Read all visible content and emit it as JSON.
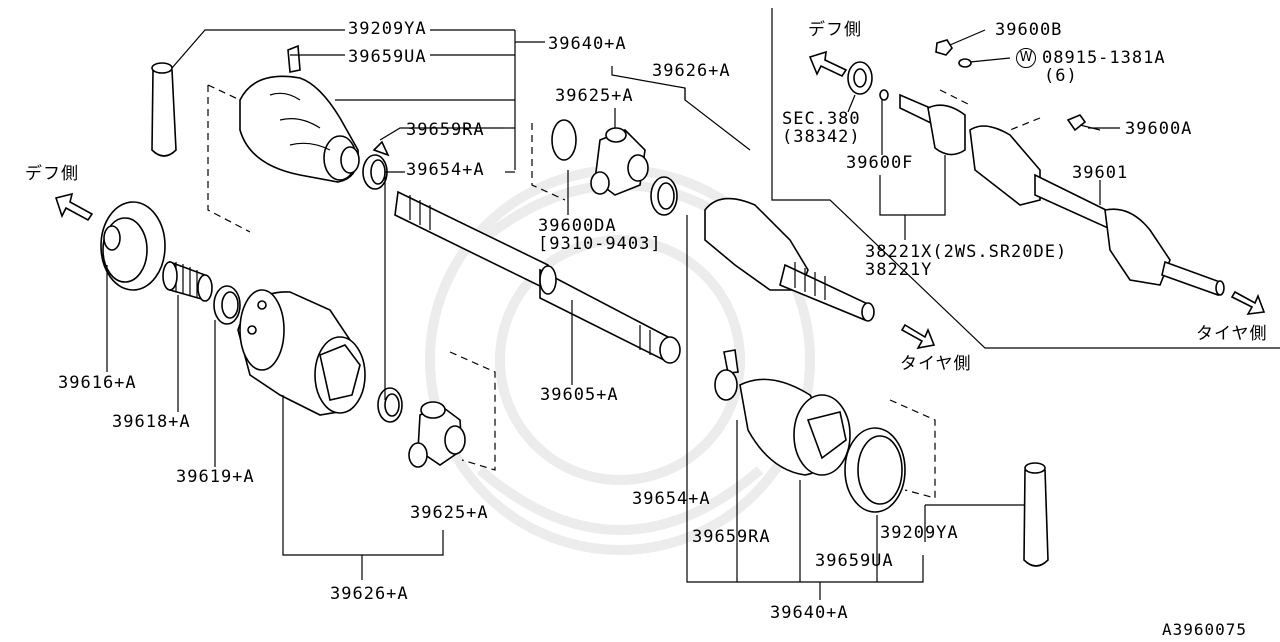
{
  "diagram": {
    "side_labels": {
      "diff_left": "デフ側",
      "diff_right": "デフ側",
      "tire_mid": "タイヤ側",
      "tire_right": "タイヤ側"
    },
    "parts": {
      "p39209YA_top": "39209YA",
      "p39659UA_top": "39659UA",
      "p39640A_top": "39640+A",
      "p39626A_top": "39626+A",
      "p39625A_top": "39625+A",
      "p39659RA_top": "39659RA",
      "p39654A_top": "39654+A",
      "p39600DA": "39600DA",
      "p39600DA_range": "[9310-9403]",
      "p39616A": "39616+A",
      "p39618A": "39618+A",
      "p39619A": "39619+A",
      "p39605A": "39605+A",
      "p39625A_bottom": "39625+A",
      "p39626A_bottom": "39626+A",
      "p39654A_bottom": "39654+A",
      "p39659RA_bottom": "39659RA",
      "p39209YA_bottom": "39209YA",
      "p39659UA_bottom": "39659UA",
      "p39640A_bottom": "39640+A",
      "p39600B": "39600B",
      "p08915_washer_mark": "W",
      "p08915": "08915-1381A",
      "p08915_qty": "(6)",
      "sec380": "SEC.380",
      "sec380_ref": "(38342)",
      "p39600F": "39600F",
      "p39600A": "39600A",
      "p39601": "39601",
      "p38221X": "38221X(2WS.SR20DE)",
      "p38221Y": "38221Y"
    },
    "figure_code": "A3960075"
  }
}
